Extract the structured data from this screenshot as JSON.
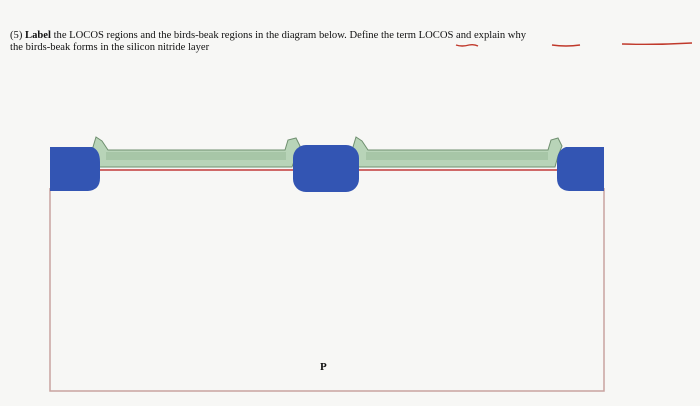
{
  "question": {
    "number": "(5)",
    "bold_word": "Label",
    "line1_part1": "the LOCOS regions and the birds-beak regions in the diagram below.",
    "define_word": "Define",
    "line1_part2": "the term",
    "locos_word": "LOCOS",
    "line1_part3": "and",
    "explain_word": "explain why",
    "line2": "the birds-beak forms in the silicon nitride layer"
  },
  "diagram": {
    "substrate_label": "P",
    "colors": {
      "field_oxide": "#3355b3",
      "nitride": "#b8d4b8",
      "nitride_edge": "#6f8f6f",
      "pad_oxide_line": "#c23a3a",
      "substrate_outline": "#c9a3a0",
      "annotation": "#c0392b"
    }
  }
}
